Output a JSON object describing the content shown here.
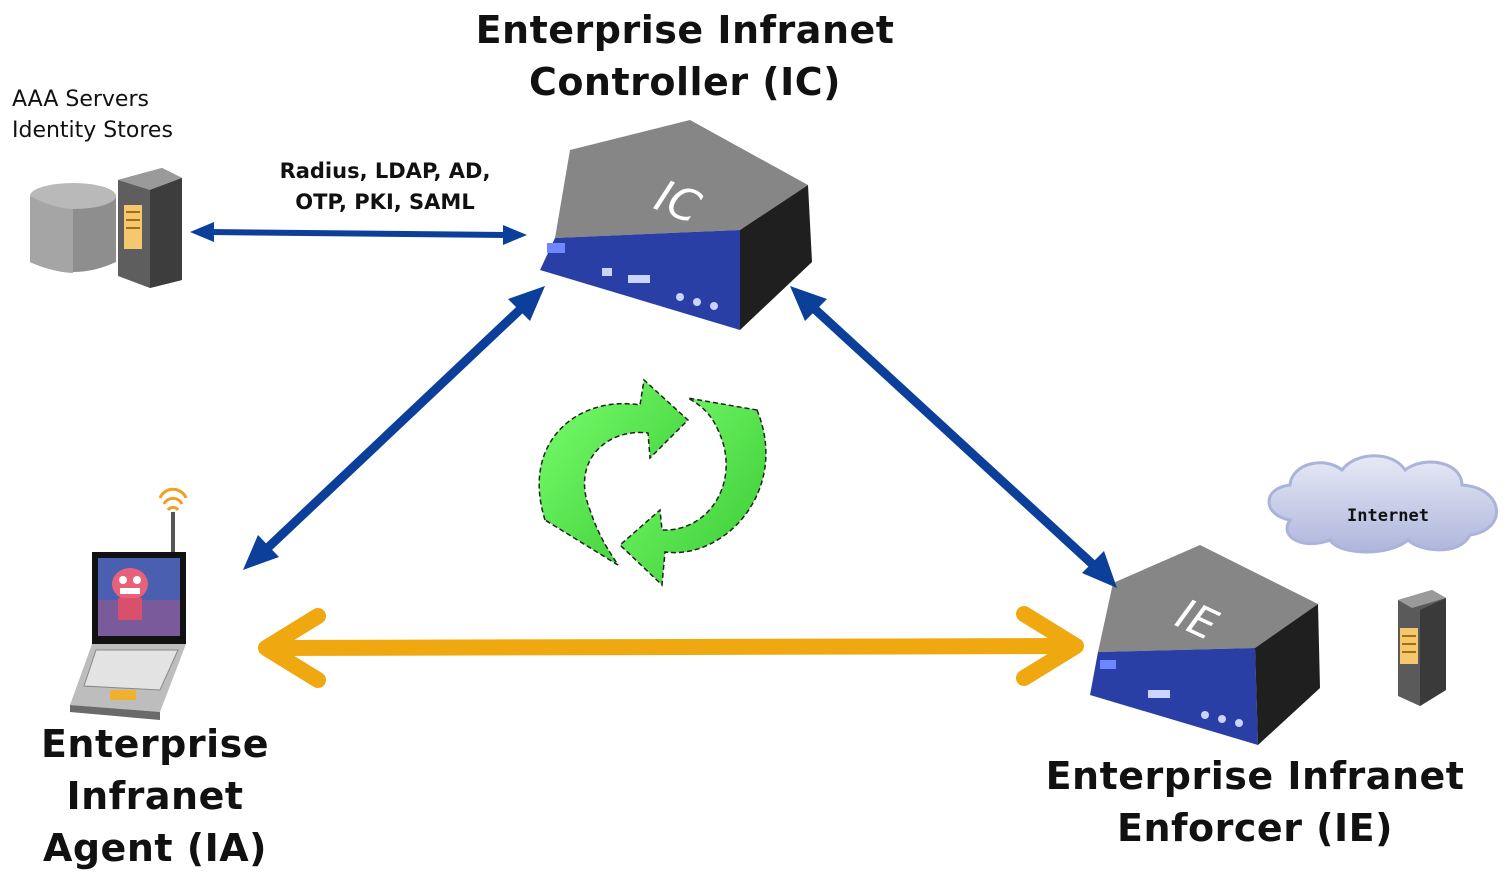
{
  "controller": {
    "title_line1": "Enterprise Infranet",
    "title_line2": "Controller (IC)",
    "device_label": "IC"
  },
  "enforcer": {
    "title_line1": "Enterprise Infranet",
    "title_line2": "Enforcer (IE)",
    "device_label": "IE"
  },
  "agent": {
    "title_line1": "Enterprise",
    "title_line2": "Infranet",
    "title_line3": "Agent (IA)"
  },
  "aaa": {
    "line1": "AAA Servers",
    "line2": "Identity Stores"
  },
  "protocols": {
    "line1": "Radius, LDAP, AD,",
    "line2": "OTP, PKI, SAML"
  },
  "internet_label": "Internet",
  "colors": {
    "blue_link": "#0b3f99",
    "orange_link": "#efa80f",
    "green_cycle": "#4ddf45",
    "device_top": "#8a8a8a",
    "device_front": "#1f3aa8"
  }
}
